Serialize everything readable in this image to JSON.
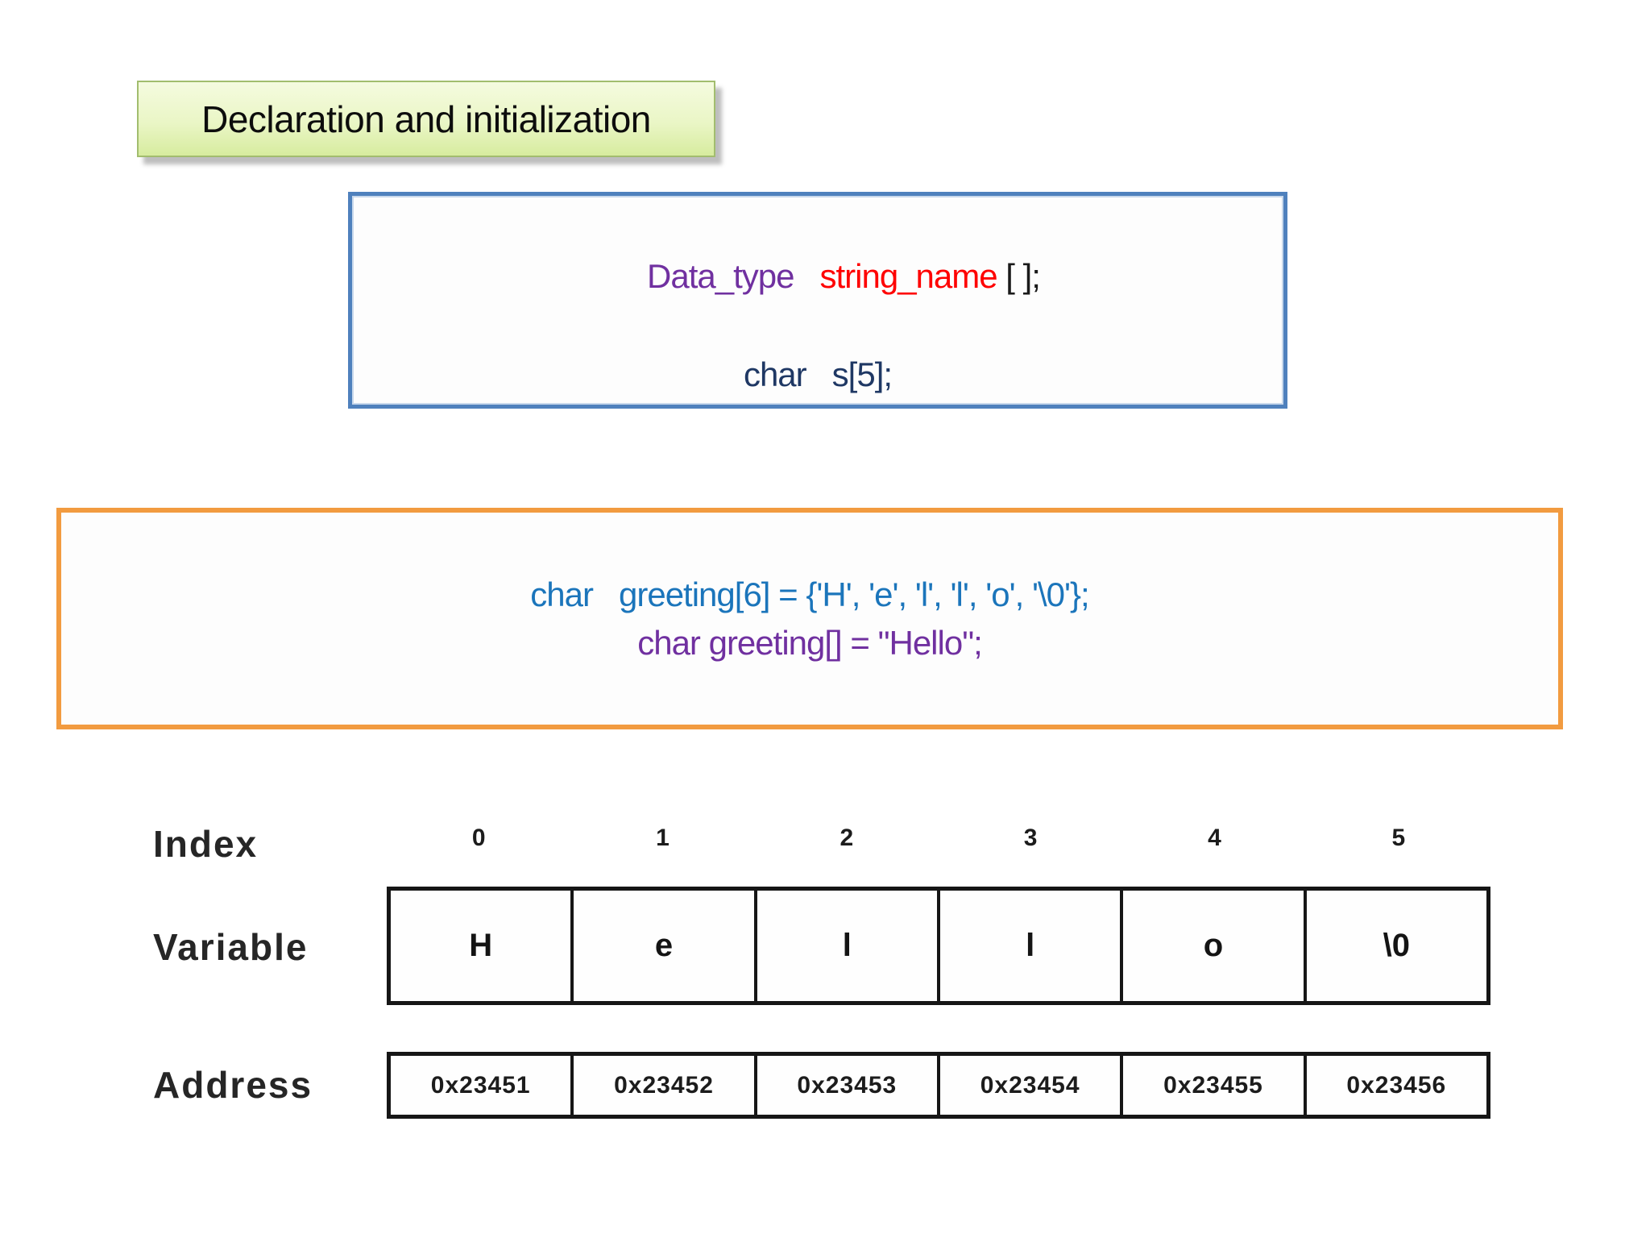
{
  "slide": {
    "title": "Declaration and initialization"
  },
  "declaration_box": {
    "line1": {
      "segments": [
        {
          "text": "Data_type",
          "color": "#7030a0"
        },
        {
          "text": "   ",
          "color": "#1a1a1a"
        },
        {
          "text": "string_name",
          "color": "#fe0000"
        },
        {
          "text": " [ ];",
          "color": "#1a1a1a"
        }
      ]
    },
    "line2": {
      "text": "char   s[5];",
      "color": "#1f3864"
    },
    "border_color": "#4f81bd"
  },
  "initialization_box": {
    "line1": {
      "text": "char   greeting[6] = {'H', 'e', 'l', 'l', 'o', '\\0'};",
      "color": "#1b75bb"
    },
    "line2": {
      "text": "char greeting[] = \"Hello\";",
      "color": "#7030a0"
    },
    "border_color": "#f29b40"
  },
  "memory_table": {
    "row_labels": {
      "index": "Index",
      "variable": "Variable",
      "address": "Address"
    },
    "indices": [
      "0",
      "1",
      "2",
      "3",
      "4",
      "5"
    ],
    "variables": [
      "H",
      "e",
      "l",
      "l",
      "o",
      "\\0"
    ],
    "addresses": [
      "0x23451",
      "0x23452",
      "0x23453",
      "0x23454",
      "0x23455",
      "0x23456"
    ]
  },
  "colors": {
    "title_box_fill": "#e7f3c3",
    "title_box_border": "#a2bd6e",
    "declaration_border": "#4f81bd",
    "initialization_border": "#f29b40",
    "grid_border": "#161616",
    "text_primary": "#1a1a1a"
  }
}
